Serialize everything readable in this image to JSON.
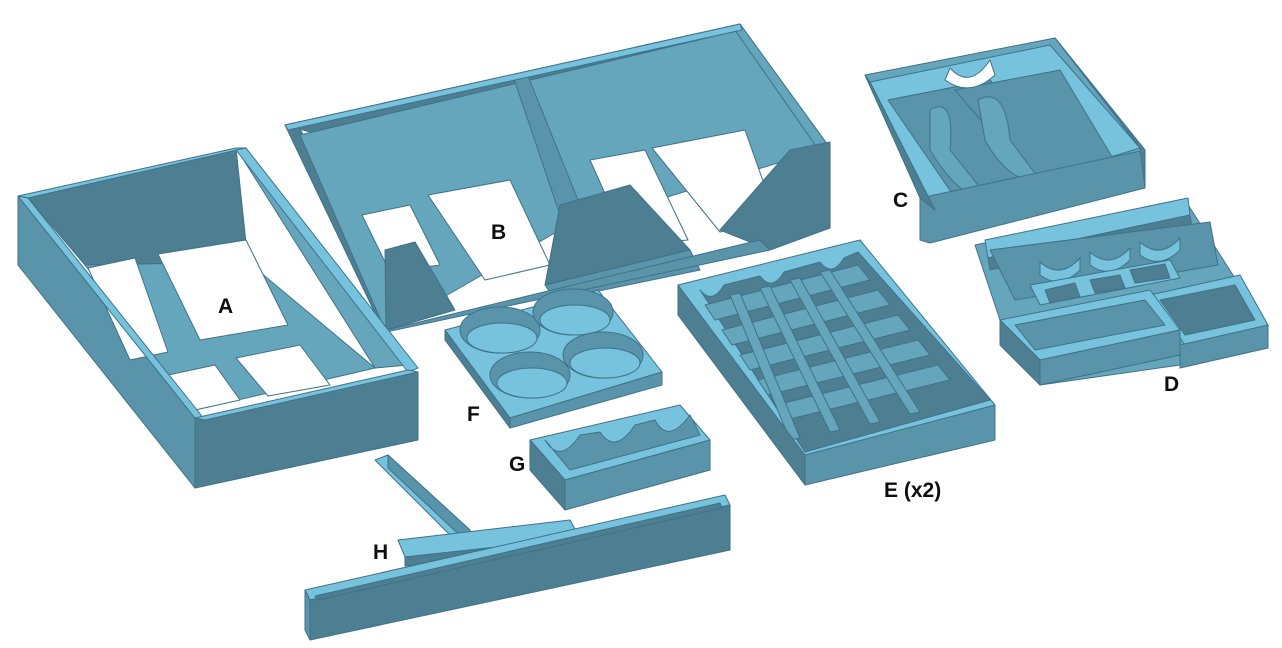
{
  "palette": {
    "top": "#77c3de",
    "light": "#66a6bd",
    "mid": "#5a94aa",
    "dark": "#4d7e92",
    "edge": "#3f7288",
    "background": "#ffffff"
  },
  "parts": [
    {
      "id": "A",
      "label": "A"
    },
    {
      "id": "B",
      "label": "B"
    },
    {
      "id": "C",
      "label": "C"
    },
    {
      "id": "D",
      "label": "D"
    },
    {
      "id": "E",
      "label": "E (x2)"
    },
    {
      "id": "F",
      "label": "F"
    },
    {
      "id": "G",
      "label": "G"
    },
    {
      "id": "H",
      "label": "H"
    }
  ]
}
